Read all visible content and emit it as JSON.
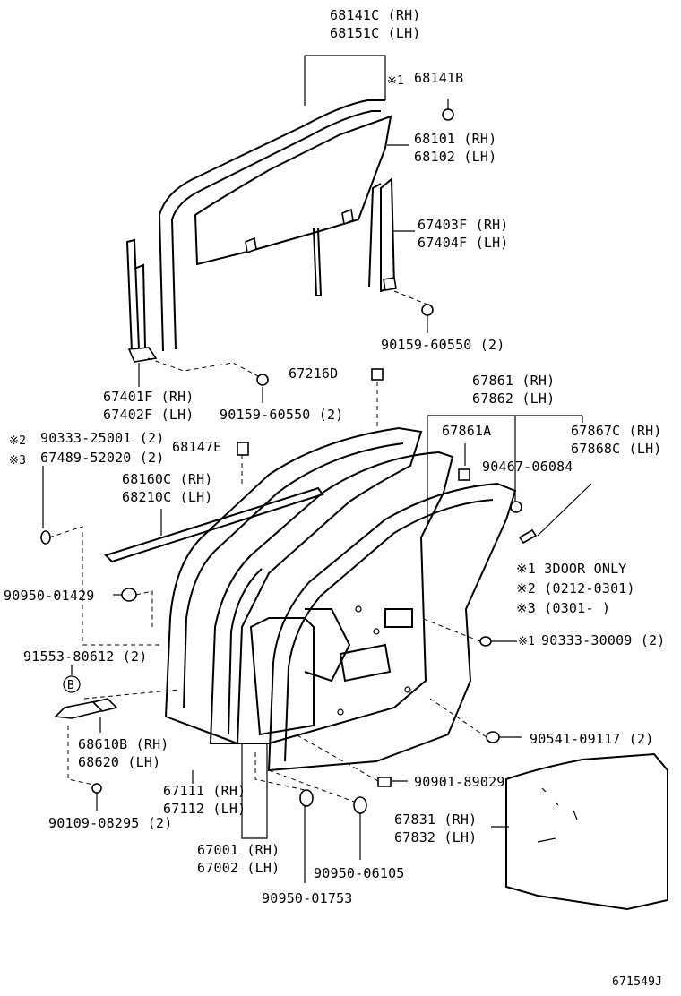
{
  "labels": {
    "glass_run_rh": "68141C (RH)",
    "glass_run_lh": "68151C (LH)",
    "note1_mark": "※1",
    "clip_68141b": "68141B",
    "glass_rh": "68101 (RH)",
    "glass_lh": "68102 (LH)",
    "channel_rear_rh": "67403F (RH)",
    "channel_rear_lh": "67404F (LH)",
    "bolt_rear": "90159-60550 (2)",
    "channel_front_rh": "67401F (RH)",
    "channel_front_lh": "67402F (LH)",
    "bolt_front": "90159-60550 (2)",
    "clip_67216d": "67216D",
    "weatherstrip_rh": "67861 (RH)",
    "weatherstrip_lh": "67862 (LH)",
    "note2_mark": "※2",
    "note3_mark": "※3",
    "plug_25001": "90333-25001 (2)",
    "plug_52020": "67489-52020 (2)",
    "clip_68147e": "68147E",
    "part_67861a": "67861A",
    "seal_rh": "67867C (RH)",
    "seal_lh": "67868C (LH)",
    "clip_06084": "90467-06084",
    "belt_rh": "68160C (RH)",
    "belt_lh": "68210C (LH)",
    "note1_text": "※1 3DOOR  ONLY",
    "note2_text": "※2 (0212-0301)",
    "note3_text": "※3 (0301-      )",
    "plug_01429": "90950-01429",
    "plug_30009": "90333-30009 (2)",
    "bolt_80612": "91553-80612 (2)",
    "marker_b": "B",
    "hinge_rh": "68610B (RH)",
    "hinge_lh": "68620  (LH)",
    "clip_09117": "90541-09117 (2)",
    "clip_89029": "90901-89029",
    "panel_rh": "67111 (RH)",
    "panel_lh": "67112 (LH)",
    "trim_rh": "67831 (RH)",
    "trim_lh": "67832 (LH)",
    "bolt_08295": "90109-08295 (2)",
    "door_rh": "67001 (RH)",
    "door_lh": "67002 (LH)",
    "plug_06105": "90950-06105",
    "plug_01753": "90950-01753",
    "diagram_code": "671549J"
  }
}
